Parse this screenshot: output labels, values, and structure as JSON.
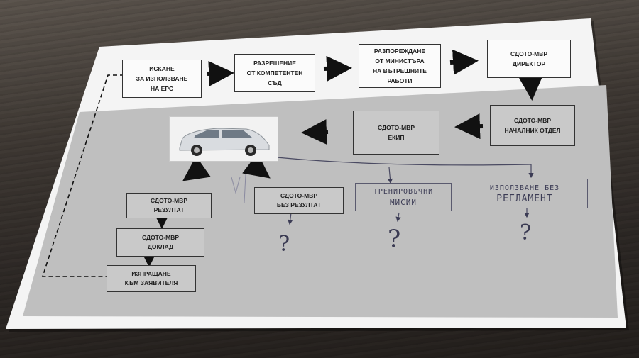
{
  "flowchart": {
    "top_row": [
      [
        "ИСКАНЕ",
        "ЗА ИЗПОЛЗВАНЕ",
        "НА ЕРС"
      ],
      [
        "РАЗРЕШЕНИЕ",
        "ОТ КОМПЕТЕНТЕН",
        "СЪД"
      ],
      [
        "РАЗПОРЕЖДАНЕ",
        "ОТ МИНИСТЪРА",
        "НА ВЪТРЕШНИТЕ",
        "РАБОТИ"
      ],
      [
        "СДОТО-МВР",
        "ДИРЕКТОР"
      ]
    ],
    "middle_row": [
      [
        "СДОТО-МВР",
        "НАЧАЛНИК ОТДЕЛ"
      ],
      [
        "СДОТО-МВР",
        "ЕКИП"
      ]
    ],
    "outcomes": {
      "result": [
        "СДОТО-МВР",
        "РЕЗУЛТАТ"
      ],
      "report": [
        "СДОТО-МВР",
        "ДОКЛАД"
      ],
      "send": [
        "ИЗПРАЩАНЕ",
        "КЪМ ЗАЯВИТЕЛЯ"
      ],
      "no_result": [
        "СДОТО-МВР",
        "БЕЗ РЕЗУЛТАТ"
      ]
    },
    "handwritten": {
      "training": [
        "ТРЕНИРОВЪЧНИ",
        "МИСИИ"
      ],
      "no_regulation": [
        "ИЗПОЛЗВАНЕ БЕЗ",
        "РЕГЛАМЕНТ"
      ],
      "question_mark": "?"
    }
  },
  "colors": {
    "paper_white": "#f4f4f4",
    "paper_grey": "#bfbfbf",
    "ink": "#222222",
    "pen": "#3c3c55"
  },
  "icons": [
    "arrow-right-icon",
    "arrow-down-icon",
    "arrow-left-icon",
    "minivan-photo"
  ]
}
